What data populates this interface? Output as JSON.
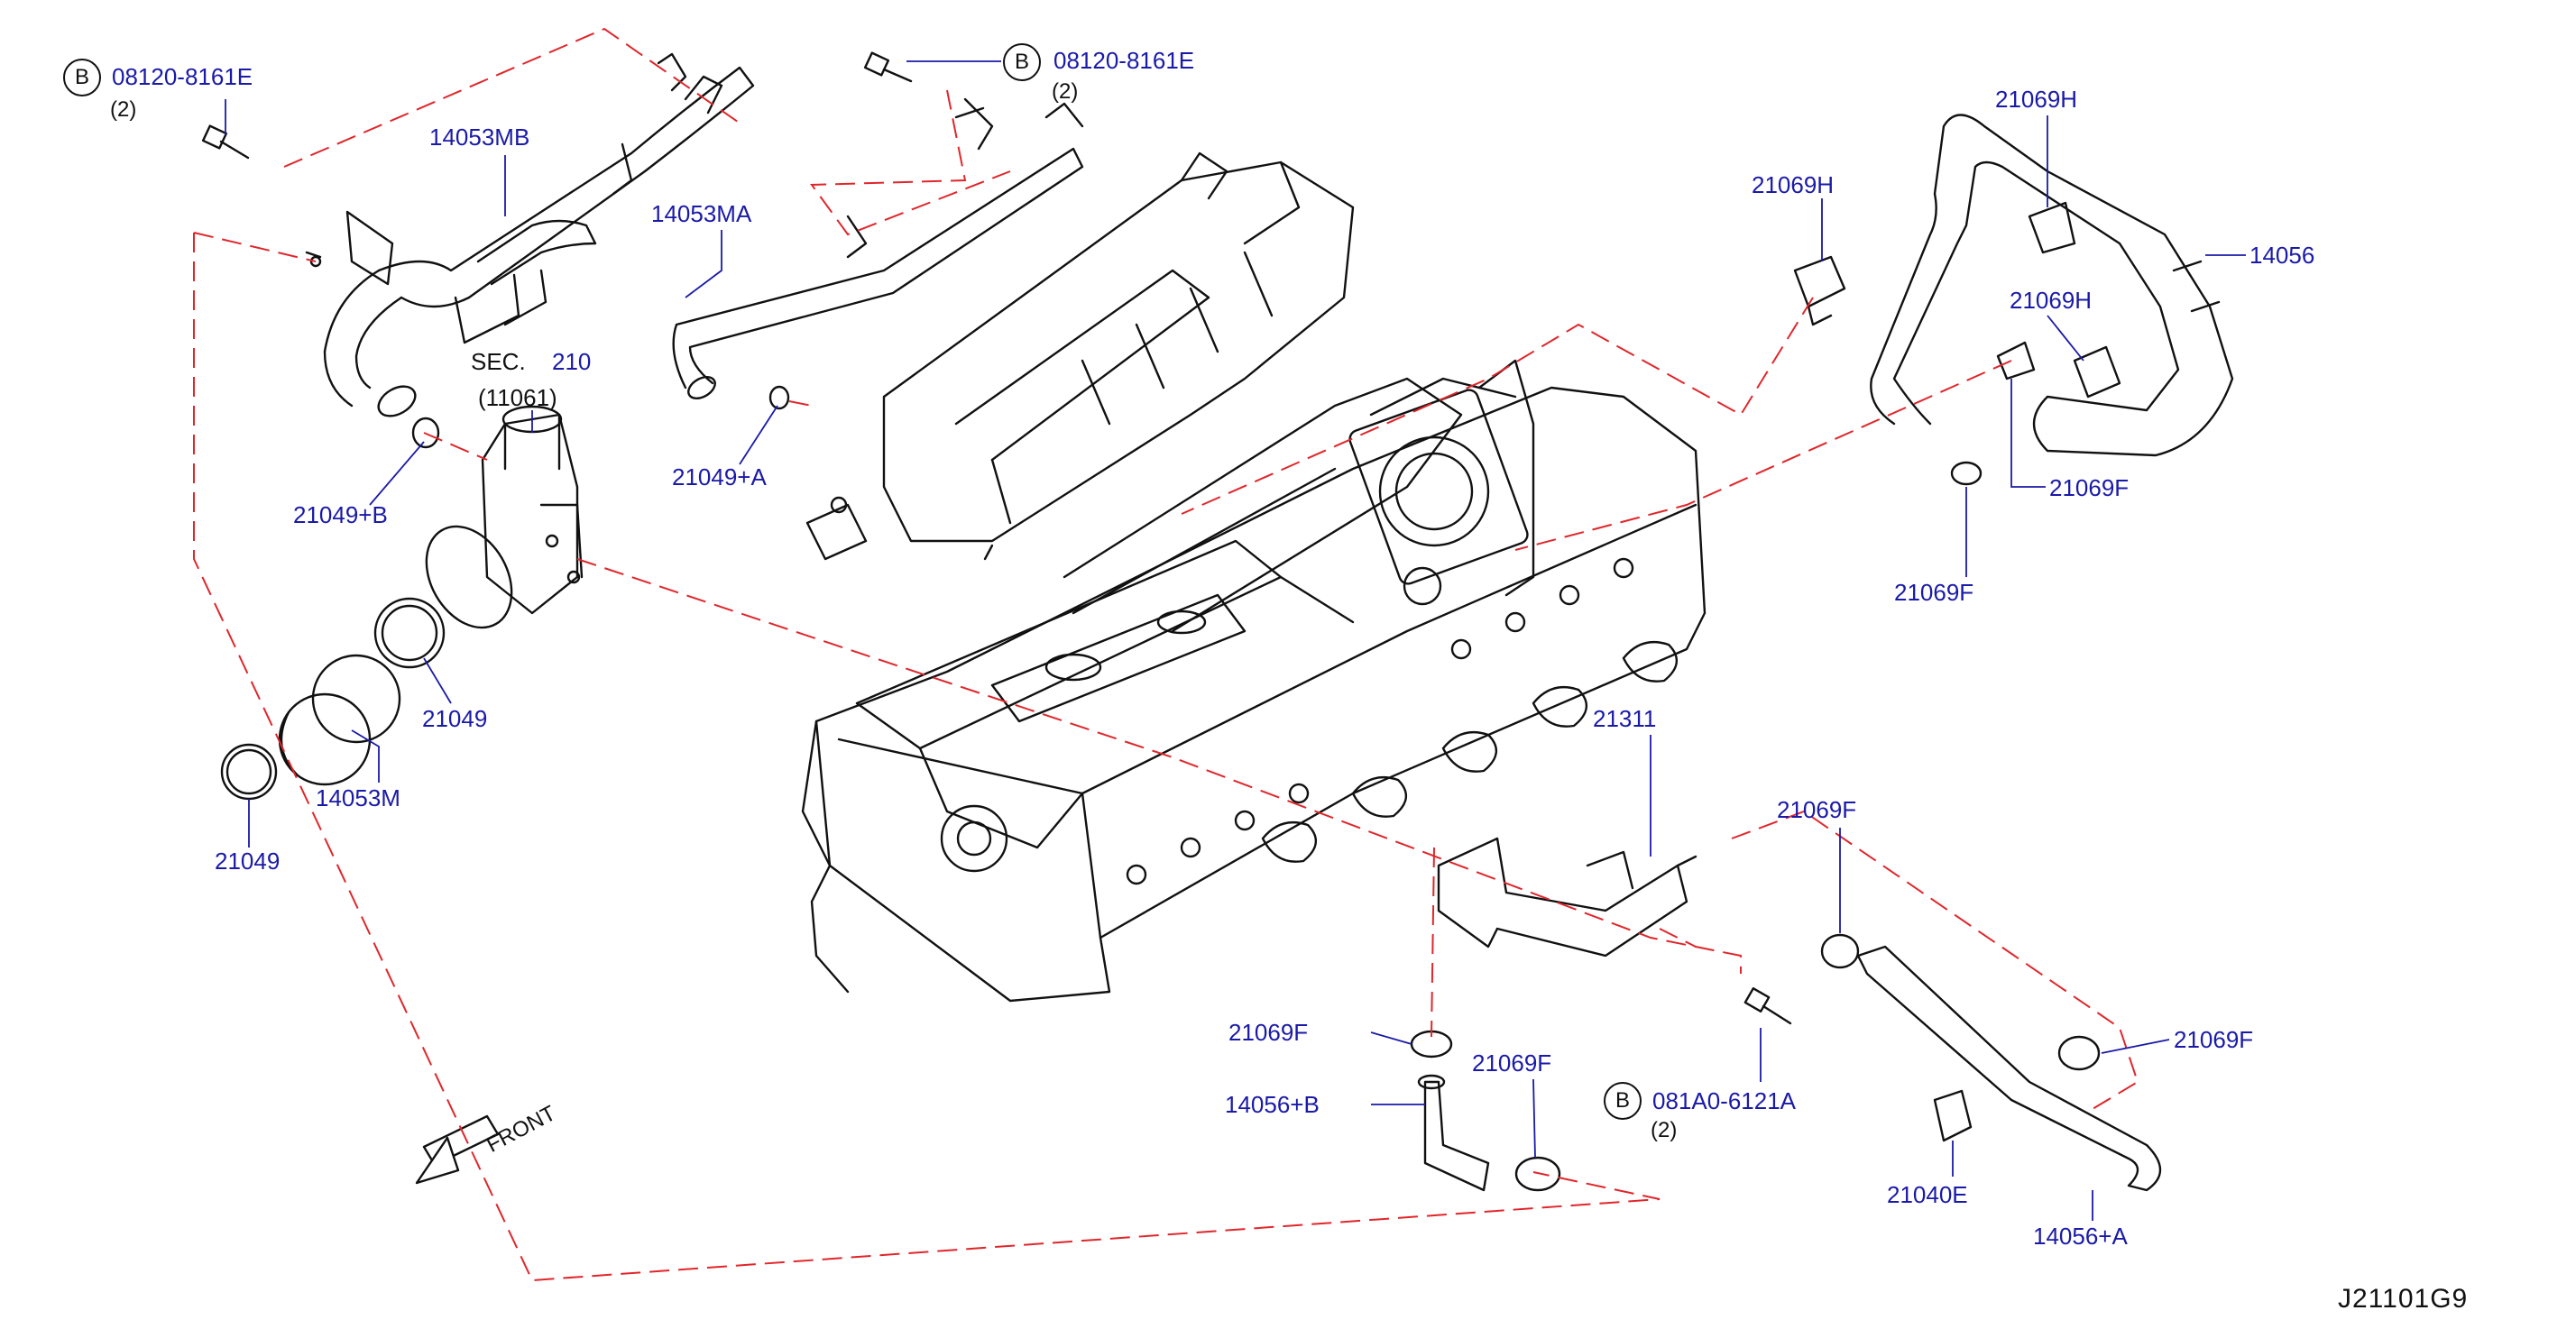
{
  "diagram": {
    "figure_code": "J21101G9",
    "front_label": "FRONT",
    "section_ref": {
      "prefix": "SEC.",
      "number": "210",
      "sub": "(11061)"
    },
    "bolt_marker": "B",
    "colors": {
      "callout": "#1a1aa8",
      "phantom_line": "#e0262b",
      "line": "#111111"
    },
    "callouts": {
      "bolt_top_left": "08120-8161E",
      "bolt_top_left_qty": "(2)",
      "bolt_top_center": "08120-8161E",
      "bolt_top_center_qty": "(2)",
      "pipe_14053MB": "14053MB",
      "pipe_14053MA": "14053MA",
      "oring_21049_B": "21049+B",
      "oring_21049_A": "21049+A",
      "oring_21049_mid": "21049",
      "oring_21049_low": "21049",
      "pipe_14053M": "14053M",
      "clamp_21069H_left": "21069H",
      "clamp_21069H_top": "21069H",
      "clamp_21069H_mid": "21069H",
      "hose_14056": "14056",
      "clamp_21069F_right": "21069F",
      "clamp_21069F_lower": "21069F",
      "bracket_21311": "21311",
      "clamp_21069F_center": "21069F",
      "clamp_21069F_bottom_left": "21069F",
      "hose_14056_B": "14056+B",
      "clamp_21069F_bottom_mid": "21069F",
      "bolt_bottom": "081A0-6121A",
      "bolt_bottom_qty": "(2)",
      "clamp_21069F_bottom_right": "21069F",
      "clip_21040E": "21040E",
      "hose_14056_A": "14056+A"
    }
  }
}
